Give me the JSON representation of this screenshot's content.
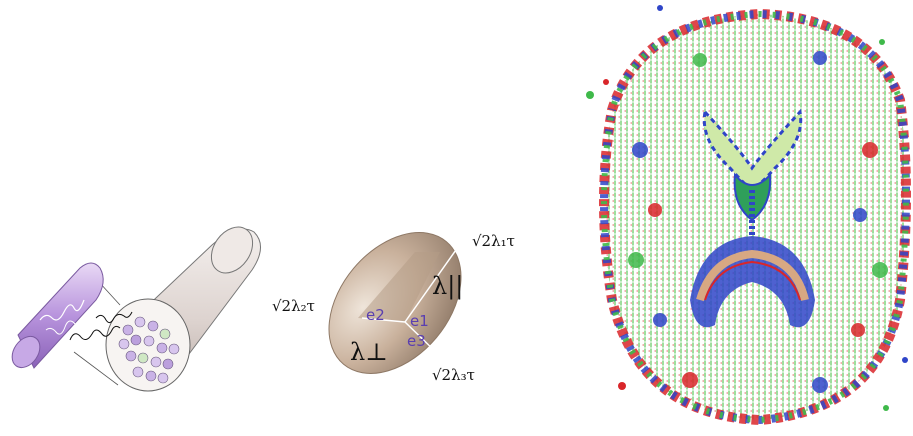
{
  "panels": {
    "fiber": {
      "description_icon": "nerve-fiber-bundle-icon"
    },
    "ellipsoid": {
      "label_lambda1": "√2λ₁τ",
      "label_lambda2": "√2λ₂τ",
      "label_lambda3": "√2λ₃τ",
      "label_parallel": "λ||",
      "label_perp": "λ⊥",
      "label_e1": "e1",
      "label_e2": "e2",
      "label_e3": "e3",
      "colors": {
        "body": "#cdb6a2",
        "shadow": "#8e7865",
        "highlight": "#ece0d4",
        "vector_text": "#5a3fb0"
      }
    },
    "brain": {
      "description_icon": "dti-glyph-brain-icon",
      "colors": {
        "red": "#d9262a",
        "green": "#3fb94a",
        "blue": "#2f45c8",
        "white": "#ffffff"
      }
    }
  }
}
